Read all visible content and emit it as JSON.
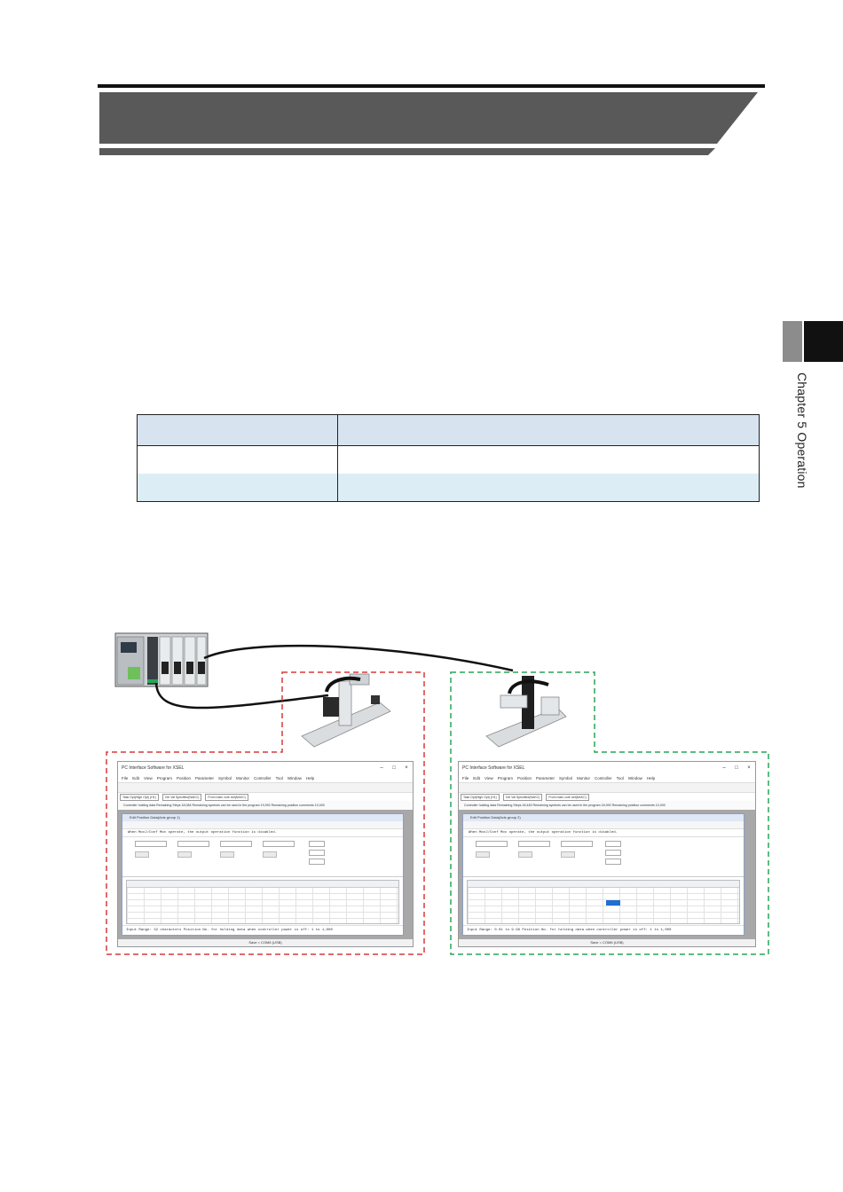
{
  "side_tab": {
    "chapter_label": "Chapter 5 Operation"
  },
  "screens": {
    "title": "PC Interface Software for XSEL",
    "menu": [
      "File",
      "Edit",
      "View",
      "Program",
      "Position",
      "Parameter",
      "Symbol",
      "Monitor",
      "Controller",
      "Tool",
      "Window",
      "Help"
    ],
    "window_controls": [
      "–",
      "□",
      "×"
    ],
    "combo": [
      "Task Opt(High Opt) (H1)",
      "Ctrl Val Specified(NAKC)",
      "From main core strt(NAKC)"
    ],
    "status_left": "Controller holding data  Remaining Steps  18,084  Remaining symbols can be used in the program  19,992  Remaining position comments  10,000",
    "status_right": "Controller holding data  Remaining Steps  18,445  Remaining symbols can be used in the program  18,992  Remaining position comments  10,000",
    "inner_title_left": "Edit Position Data(Axis group 1)",
    "inner_title_right": "Edit Position Data(Axis group 2)",
    "notice": "When MovJ/Conf Mov operate, the output operation function is disabled.",
    "foot_left": "Input Range: 32 characters  Position No. for holding data when controller power is off: 1 to 1,000",
    "foot_right": "Input Range: 0.01 to 9.99  Position No. for holding data when controller power is off: 1 to 1,000",
    "sb_left": "Save = COM6 (USB)",
    "sb_right": "Save = COM6 (USB)"
  }
}
